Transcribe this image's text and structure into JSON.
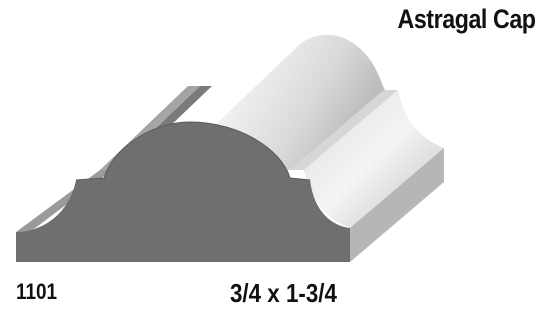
{
  "product": {
    "name": "Astragal Cap",
    "code": "1101",
    "dimensions": "3/4 x 1-3/4"
  },
  "colors": {
    "background": "#ffffff",
    "text": "#111111",
    "end_profile": "#6f6f6f",
    "surface_light": "#f2f2f2",
    "surface_shadow": "#a9a9a9"
  }
}
